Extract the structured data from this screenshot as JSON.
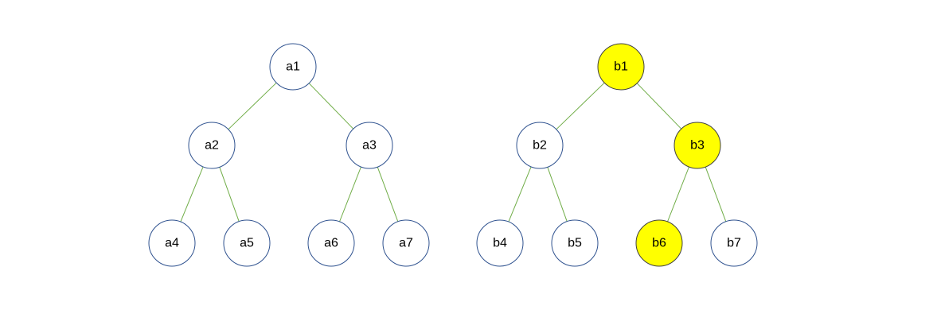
{
  "colors": {
    "edge": "#70ad47",
    "node_stroke": "#2f528f",
    "node_fill": "#ffffff",
    "highlight_fill": "#ffff00"
  },
  "trees": [
    {
      "nodes": [
        {
          "id": "a1",
          "label": "a1",
          "highlighted": false
        },
        {
          "id": "a2",
          "label": "a2",
          "highlighted": false
        },
        {
          "id": "a3",
          "label": "a3",
          "highlighted": false
        },
        {
          "id": "a4",
          "label": "a4",
          "highlighted": false
        },
        {
          "id": "a5",
          "label": "a5",
          "highlighted": false
        },
        {
          "id": "a6",
          "label": "a6",
          "highlighted": false
        },
        {
          "id": "a7",
          "label": "a7",
          "highlighted": false
        }
      ],
      "edges": [
        [
          "a1",
          "a2"
        ],
        [
          "a1",
          "a3"
        ],
        [
          "a2",
          "a4"
        ],
        [
          "a2",
          "a5"
        ],
        [
          "a3",
          "a6"
        ],
        [
          "a3",
          "a7"
        ]
      ]
    },
    {
      "nodes": [
        {
          "id": "b1",
          "label": "b1",
          "highlighted": true
        },
        {
          "id": "b2",
          "label": "b2",
          "highlighted": false
        },
        {
          "id": "b3",
          "label": "b3",
          "highlighted": true
        },
        {
          "id": "b4",
          "label": "b4",
          "highlighted": false
        },
        {
          "id": "b5",
          "label": "b5",
          "highlighted": false
        },
        {
          "id": "b6",
          "label": "b6",
          "highlighted": true
        },
        {
          "id": "b7",
          "label": "b7",
          "highlighted": false
        }
      ],
      "edges": [
        [
          "b1",
          "b2"
        ],
        [
          "b1",
          "b3"
        ],
        [
          "b2",
          "b4"
        ],
        [
          "b2",
          "b5"
        ],
        [
          "b3",
          "b6"
        ],
        [
          "b3",
          "b7"
        ]
      ]
    }
  ]
}
